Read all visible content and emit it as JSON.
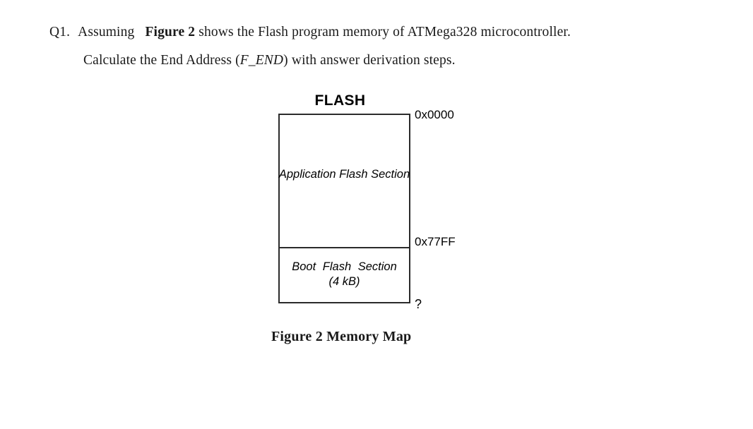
{
  "document": {
    "question": {
      "label": "Q1.",
      "line1_part1": "Assuming",
      "line1_bold": "Figure 2",
      "line1_part2": "shows the Flash program memory of ATMega328 microcontroller.",
      "line2_part1": "Calculate the End Address (",
      "line2_italic": "F_END",
      "line2_part2": ") with answer derivation steps."
    },
    "figure": {
      "title": "FLASH",
      "caption": "Figure 2 Memory Map",
      "sections": [
        {
          "name": "application-flash-section",
          "line1": "Application Flash",
          "line2": "Section"
        },
        {
          "name": "boot-flash-section",
          "line1": "Boot Flash Section",
          "line2": "(4 kB)"
        }
      ],
      "addresses": [
        {
          "name": "start-address",
          "value": "0x0000"
        },
        {
          "name": "app-end-address",
          "value": "0x77FF"
        },
        {
          "name": "unknown-end-address",
          "value": "?"
        }
      ]
    }
  },
  "colors": {
    "background": "#ffffff",
    "text": "#1a1a1a",
    "diagram_stroke": "#2b2b2b"
  }
}
